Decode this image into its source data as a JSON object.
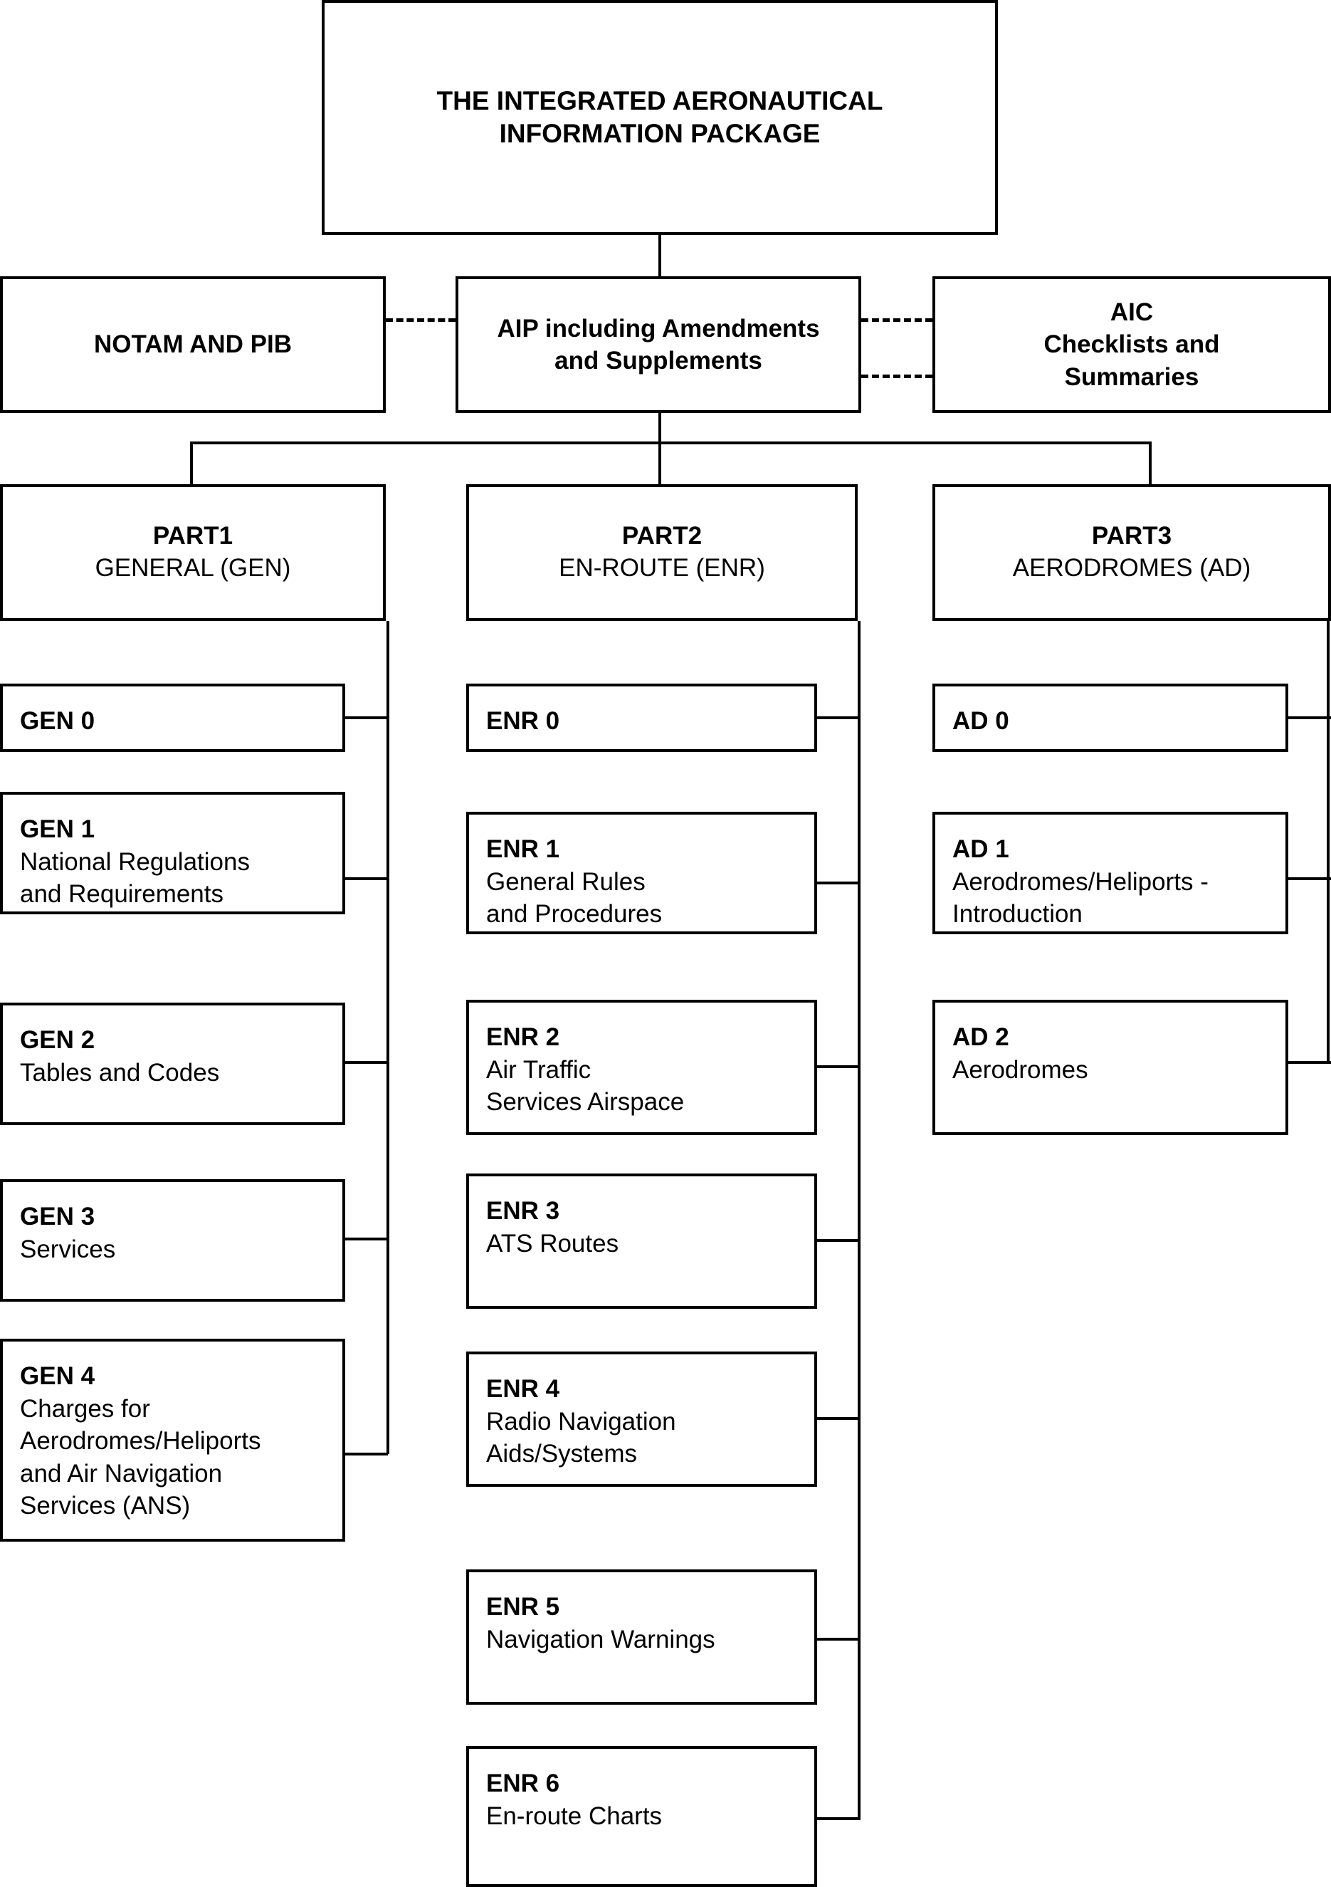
{
  "diagram": {
    "title_box": {
      "label": "THE INTEGRATED AERONAUTICAL\nINFORMATION PACKAGE"
    },
    "row2": [
      {
        "id": "notam",
        "label": "NOTAM AND PIB"
      },
      {
        "id": "aip",
        "label": "AIP including Amendments\nand Supplements"
      },
      {
        "id": "aic",
        "label": "AIC\nChecklists and\nSummaries"
      }
    ],
    "parts": [
      {
        "id": "part1",
        "line1": "PART1",
        "line2": "GENERAL (GEN)"
      },
      {
        "id": "part2",
        "line1": "PART2",
        "line2": "EN-ROUTE (ENR)"
      },
      {
        "id": "part3",
        "line1": "PART3",
        "line2": "AERODROMES (AD)"
      }
    ],
    "gen": [
      {
        "code": "GEN 0",
        "desc": ""
      },
      {
        "code": "GEN 1",
        "desc": "National Regulations\nand Requirements"
      },
      {
        "code": "GEN 2",
        "desc": "Tables and Codes"
      },
      {
        "code": "GEN 3",
        "desc": "Services"
      },
      {
        "code": "GEN 4",
        "desc": "Charges for\nAerodromes/Heliports\nand Air Navigation\nServices (ANS)"
      }
    ],
    "enr": [
      {
        "code": "ENR 0",
        "desc": ""
      },
      {
        "code": "ENR 1",
        "desc": "General Rules\nand Procedures"
      },
      {
        "code": "ENR 2",
        "desc": "Air Traffic\nServices Airspace"
      },
      {
        "code": "ENR 3",
        "desc": "ATS Routes"
      },
      {
        "code": "ENR 4",
        "desc": "Radio Navigation\nAids/Systems"
      },
      {
        "code": "ENR 5",
        "desc": "Navigation Warnings"
      },
      {
        "code": "ENR 6",
        "desc": "En-route Charts"
      }
    ],
    "ad": [
      {
        "code": "AD 0",
        "desc": ""
      },
      {
        "code": "AD 1",
        "desc": "Aerodromes/Heliports -\nIntroduction"
      },
      {
        "code": "AD 2",
        "desc": "Aerodromes"
      }
    ],
    "colors": {
      "line": "#000000",
      "background": "#ffffff",
      "text": "#000000"
    }
  }
}
